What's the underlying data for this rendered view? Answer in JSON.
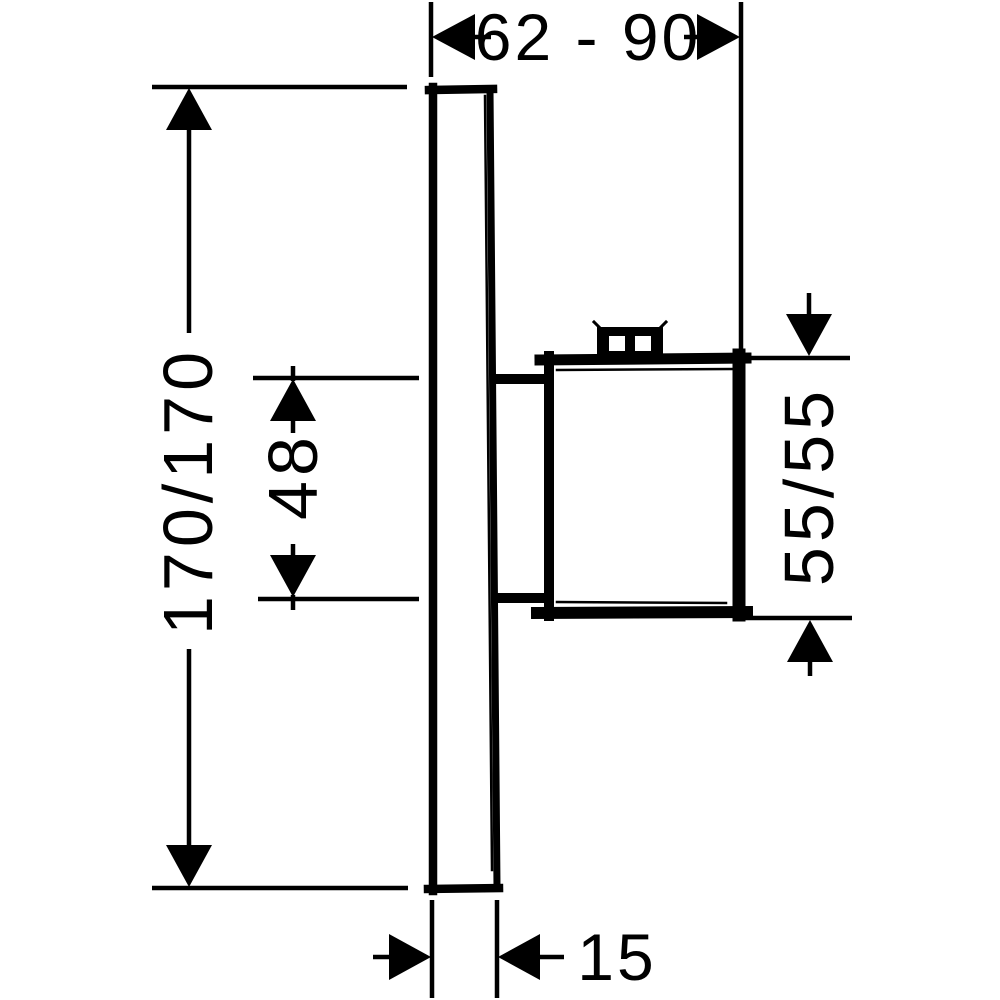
{
  "page": {
    "background": "#ffffff",
    "line_color": "#000000"
  },
  "drawing": {
    "kind": "technical-dimension-drawing",
    "view": "side profile of wall plate with control handle",
    "dimensions": {
      "top_width": {
        "label": "62 - 90",
        "orientation": "horizontal",
        "position": "top"
      },
      "overall_height": {
        "label": "170/170",
        "orientation": "vertical",
        "position": "left"
      },
      "sleeve_diameter": {
        "label": "48",
        "orientation": "vertical",
        "position": "middle-left"
      },
      "handle_size": {
        "label": "55/55",
        "orientation": "vertical",
        "position": "right"
      },
      "plate_depth": {
        "label": "15",
        "orientation": "horizontal",
        "position": "bottom"
      }
    }
  }
}
